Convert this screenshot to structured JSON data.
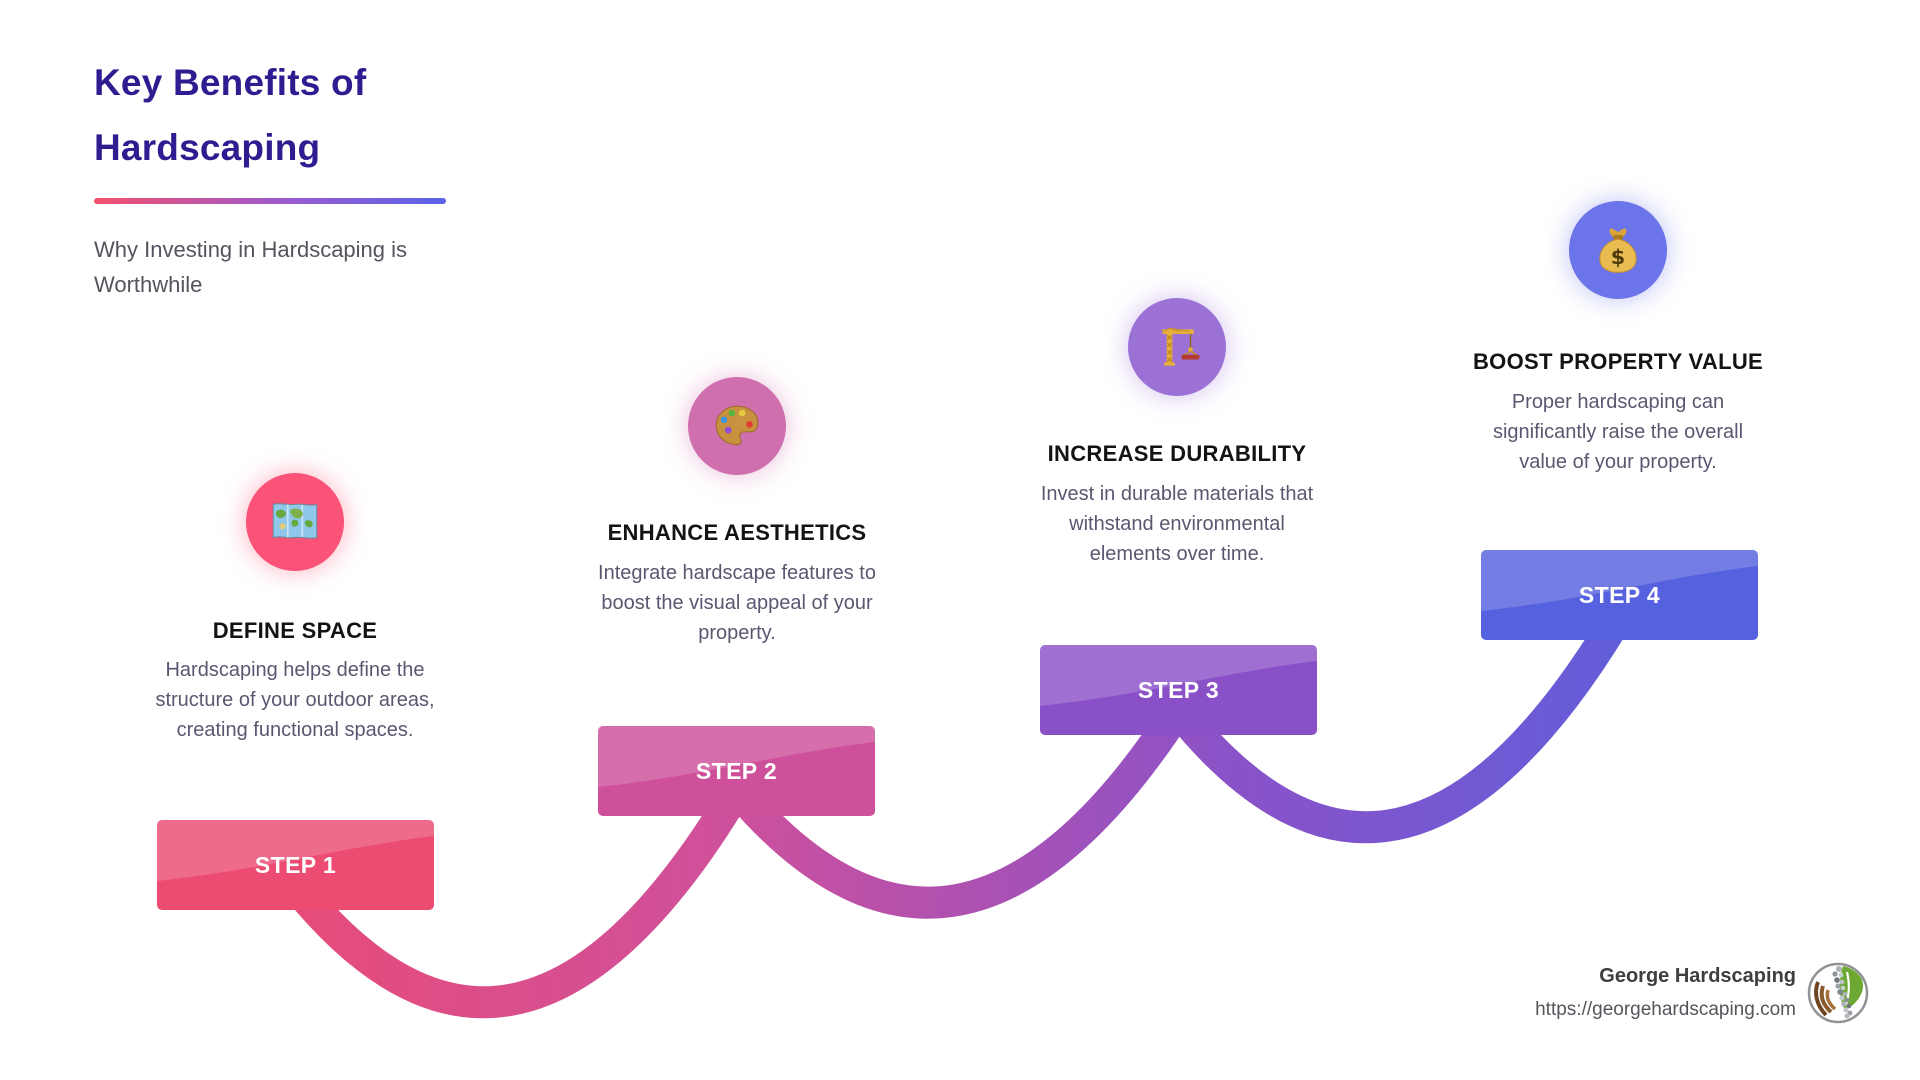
{
  "page": {
    "background_color": "#ffffff"
  },
  "header": {
    "title": "Key Benefits of Hardscaping",
    "subtitle": "Why Investing in Hardscaping is Worthwhile",
    "title_color": "#2E1D90",
    "underline_gradient": [
      "#F4506C",
      "#9A5BD0",
      "#5A63E8"
    ]
  },
  "steps": [
    {
      "step_label": "STEP 1",
      "heading": "DEFINE SPACE",
      "description": "Hardscaping helps define the structure of your outdoor areas, creating functional spaces.",
      "icon": "world-map-icon",
      "circle_color": "#FA5377",
      "banner_color": "#EC4B72"
    },
    {
      "step_label": "STEP 2",
      "heading": "ENHANCE AESTHETICS",
      "description": "Integrate hardscape features to boost the visual appeal of your property.",
      "icon": "artist-palette-icon",
      "circle_color": "#D06FAE",
      "banner_color": "#CE4F9A"
    },
    {
      "step_label": "STEP 3",
      "heading": "INCREASE DURABILITY",
      "description": "Invest in durable materials that withstand environmental elements over time.",
      "icon": "construction-crane-icon",
      "circle_color": "#9B71D6",
      "banner_color": "#8A50C7"
    },
    {
      "step_label": "STEP 4",
      "heading": "BOOST PROPERTY VALUE",
      "description": "Proper hardscaping can significantly raise the overall value of your property.",
      "icon": "money-bag-icon",
      "circle_color": "#6B74E8",
      "banner_color": "#5561DE"
    }
  ],
  "connector_gradient": [
    "#ED4A6F",
    "#CF509B",
    "#8B52C8",
    "#5561DE"
  ],
  "footer": {
    "brand": "George Hardscaping",
    "url": "https://georgehardscaping.com",
    "logo": "hardscaping-leaf-stone-logo"
  }
}
